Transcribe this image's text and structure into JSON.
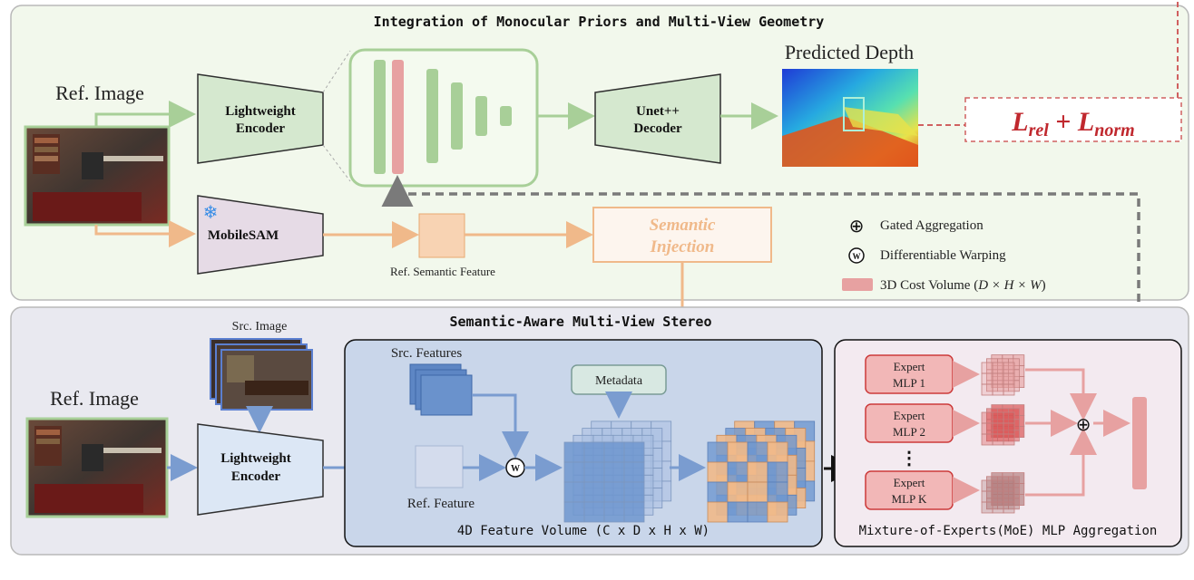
{
  "top_panel": {
    "title": "Integration of Monocular Priors and Multi-View Geometry",
    "ref_image_label": "Ref. Image",
    "encoder_label_1": "Lightweight",
    "encoder_label_2": "Encoder",
    "decoder_label_1": "Unet++",
    "decoder_label_2": "Decoder",
    "predicted_depth_label": "Predicted Depth",
    "loss_main_1": "L",
    "loss_sub_1": "rel",
    "loss_plus": " + ",
    "loss_main_2": "L",
    "loss_sub_2": "norm",
    "mobilesam_label": "MobileSAM",
    "ref_semantic_feature_label": "Ref. Semantic Feature",
    "semantic_injection_1": "Semantic",
    "semantic_injection_2": "Injection",
    "legend": {
      "gated": "Gated Aggregation",
      "warping": "Differentiable Warping",
      "cost_volume": "3D Cost Volume (",
      "cost_volume_math": "D × H × W",
      "cost_volume_close": ")",
      "warp_symbol": "W",
      "plus_symbol": "⊕"
    }
  },
  "bottom_panel": {
    "title": "Semantic-Aware Multi-View Stereo",
    "src_image_label": "Src. Image",
    "ref_image_label": "Ref. Image",
    "encoder_label_1": "Lightweight",
    "encoder_label_2": "Encoder",
    "src_features_label": "Src. Features",
    "metadata_label": "Metadata",
    "ref_feature_label": "Ref. Feature",
    "feature_volume_label": "4D Feature Volume (C x D x H x W)",
    "moe_label": "Mixture-of-Experts(MoE) MLP Aggregation",
    "experts": [
      {
        "line1": "Expert",
        "line2": "MLP 1"
      },
      {
        "line1": "Expert",
        "line2": "MLP 2"
      },
      {
        "line1": "Expert",
        "line2": "MLP K"
      }
    ],
    "dots": "⋮",
    "warp_symbol": "W",
    "plus_symbol": "⊕"
  },
  "colors": {
    "top_bg": "#f2f8ec",
    "bottom_bg": "#e9e9f0",
    "green_box": "#d5e8cf",
    "green_stroke": "#2e2e2e",
    "green_arrow": "#a8cf98",
    "orange_arrow": "#f0b98a",
    "orange_fill": "#f8d3b3",
    "pink": "#e7a1a1",
    "pink_stroke": "#cc3a3a",
    "blue_arrow": "#7a9cd0",
    "blue_panel": "#c9d6ea",
    "loss_red": "#c0282e",
    "gray_dash": "#7a7a7a"
  }
}
